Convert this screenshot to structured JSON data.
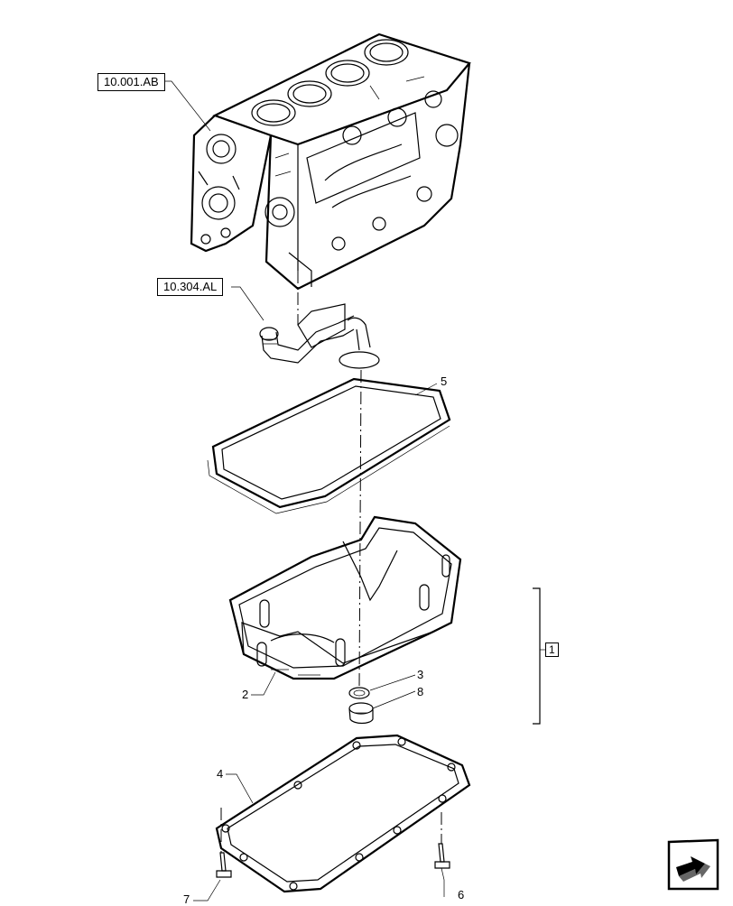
{
  "references": {
    "engine_block": "10.001.AB",
    "oil_suction": "10.304.AL"
  },
  "callouts": {
    "oil_pan": "2",
    "washer": "3",
    "lower_gasket": "4",
    "upper_gasket": "5",
    "screw_right": "6",
    "screw_left": "7",
    "drain_plug": "8"
  },
  "group_label": "1",
  "icons": {
    "navigation": "arrow-icon"
  }
}
